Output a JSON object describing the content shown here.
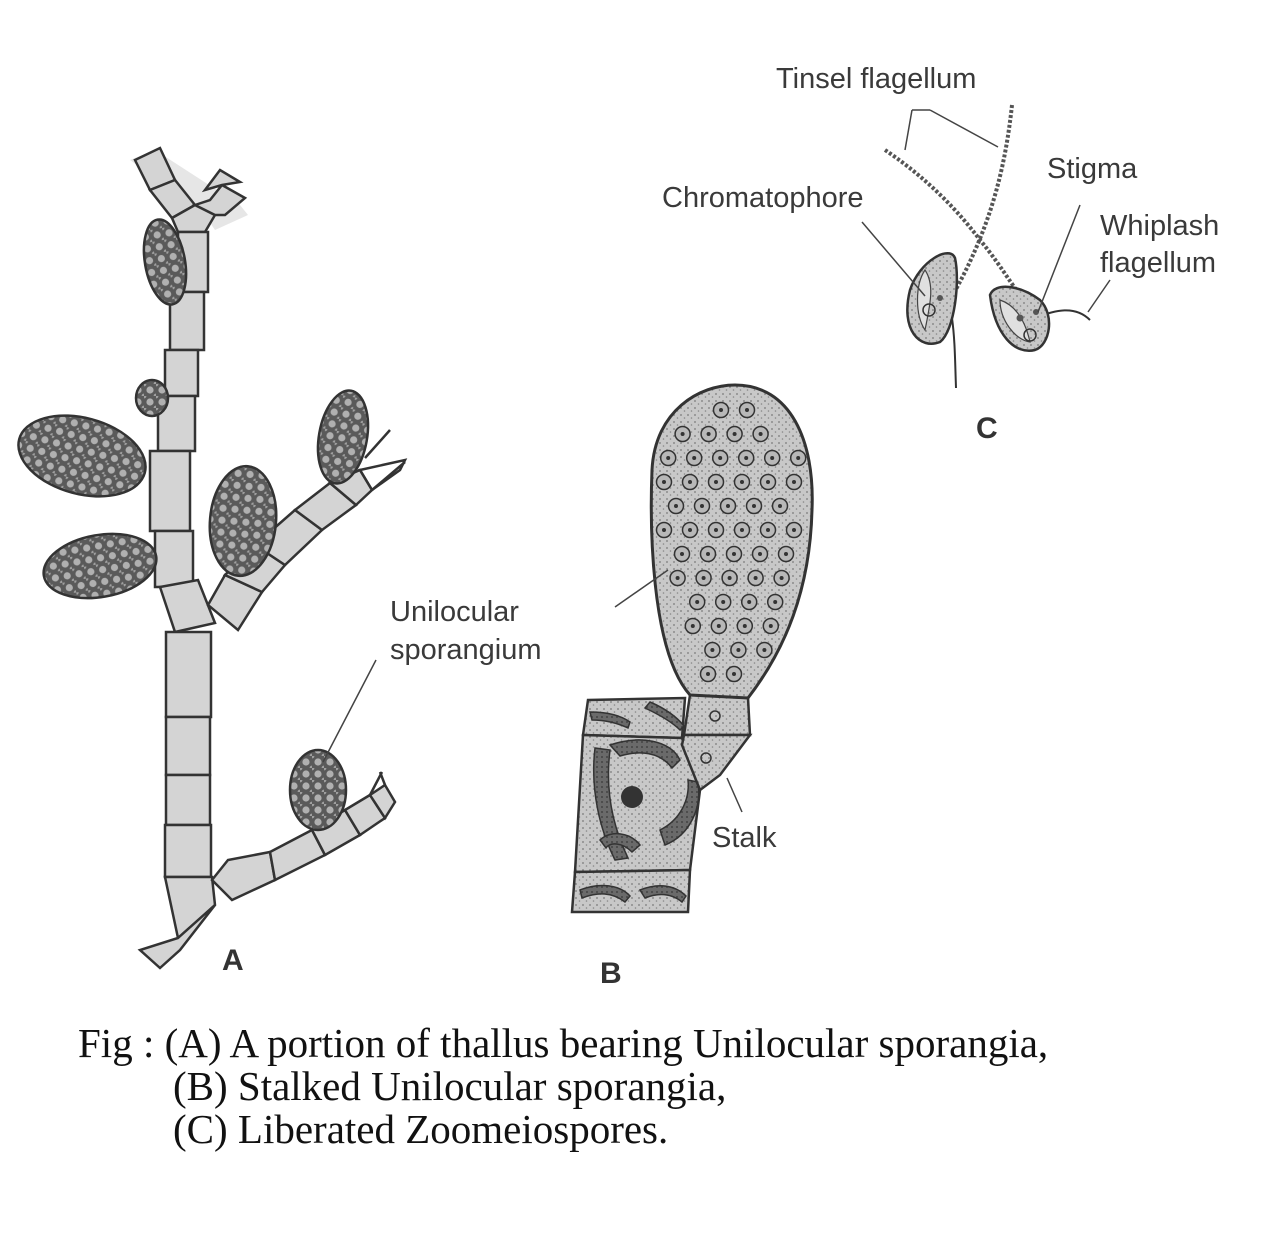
{
  "labels": {
    "tinsel_flagellum": "Tinsel flagellum",
    "stigma": "Stigma",
    "chromatophore": "Chromatophore",
    "whiplash_line1": "Whiplash",
    "whiplash_line2": "flagellum",
    "unilocular_line1": "Unilocular",
    "unilocular_line2": "sporangium",
    "stalk": "Stalk"
  },
  "panels": {
    "a": "A",
    "b": "B",
    "c": "C"
  },
  "caption": {
    "line1": "Fig : (A) A portion of thallus bearing Unilocular sporangia,",
    "line2": "(B) Stalked Unilocular sporangia,",
    "line3": "(C) Liberated Zoomeiospores."
  },
  "colors": {
    "cell_fill": "#d4d4d4",
    "sporangium_fill": "#6f6f6f",
    "outline": "#333333",
    "text": "#3a3a3a"
  }
}
